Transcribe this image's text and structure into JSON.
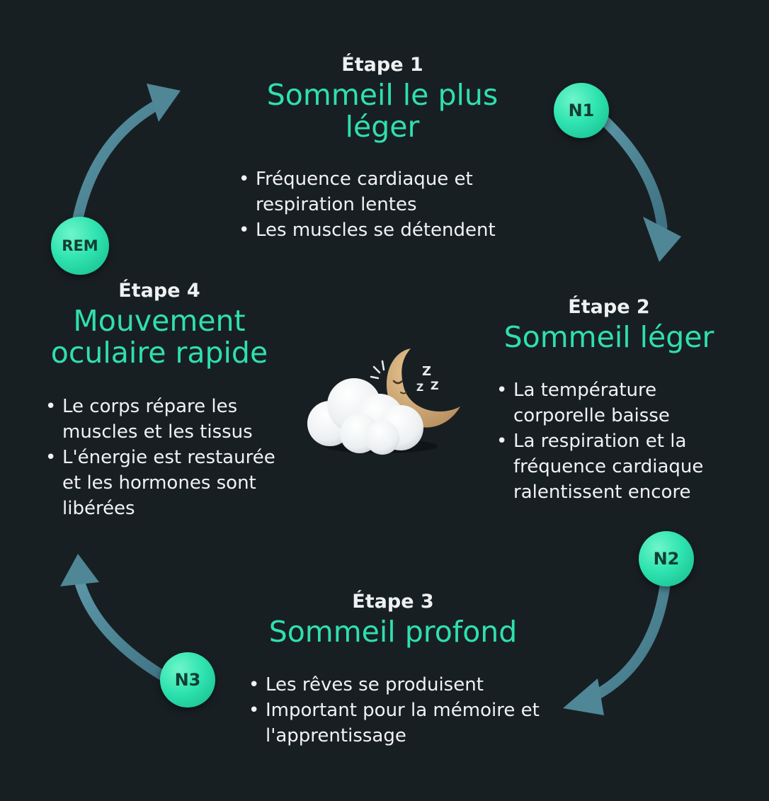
{
  "stages": [
    {
      "id": "n1",
      "label": "Étape 1",
      "title": [
        "Sommeil le plus",
        "léger"
      ],
      "bullets": [
        "Fréquence cardiaque et respiration lentes",
        "Les muscles se détendent"
      ]
    },
    {
      "id": "n2",
      "label": "Étape 2",
      "title": [
        "Sommeil léger"
      ],
      "bullets": [
        "La température corporelle baisse",
        "La respiration et la fréquence cardiaque ralentissent encore"
      ]
    },
    {
      "id": "n3",
      "label": "Étape 3",
      "title": [
        "Sommeil profond"
      ],
      "bullets": [
        "Les rêves se produisent",
        "Important pour la mémoire et l'apprentissage"
      ]
    },
    {
      "id": "rem",
      "label": "Étape 4",
      "title": [
        "Mouvement",
        "oculaire rapide"
      ],
      "bullets": [
        "Le corps répare les muscles et les tissus",
        "L'énergie est restaurée et les hormones sont libérées"
      ]
    }
  ],
  "badges": {
    "n1": "N1",
    "n2": "N2",
    "n3": "N3",
    "rem": "REM"
  },
  "illustration": {
    "icon": "sleeping-moon-cloud-icon",
    "zzz": [
      "Z",
      "Z",
      "Z"
    ]
  },
  "colors": {
    "background": "#181f23",
    "accent": "#2fe0ac",
    "arrow": "#4f8797",
    "text": "#eef1f2"
  }
}
